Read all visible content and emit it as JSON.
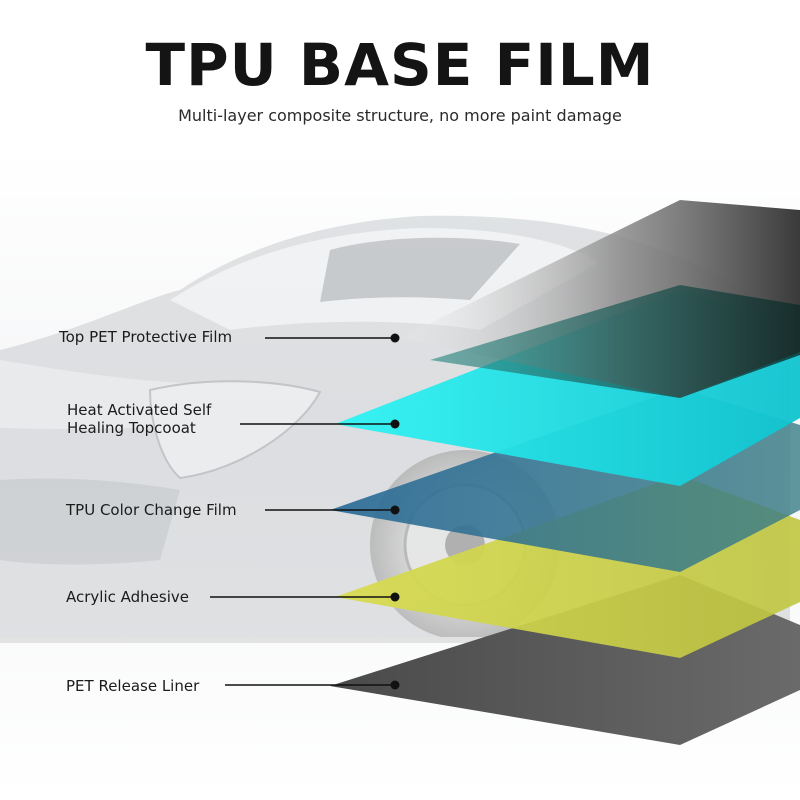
{
  "title": "TPU BASE FILM",
  "subtitle": "Multi-layer composite structure, no more paint damage",
  "layers": [
    {
      "lines": [
        "Top PET Protective Film"
      ],
      "color": "#1e3c3c"
    },
    {
      "lines": [
        "Heat Activated Self",
        "Healing Topcooat"
      ],
      "color": "#18e8ec"
    },
    {
      "lines": [
        "TPU Color Change Film"
      ],
      "color": "#2a6e90"
    },
    {
      "lines": [
        "Acrylic Adhesive"
      ],
      "color": "#cfd24a"
    },
    {
      "lines": [
        "PET Release Liner"
      ],
      "color": "#5a5a5a"
    }
  ]
}
